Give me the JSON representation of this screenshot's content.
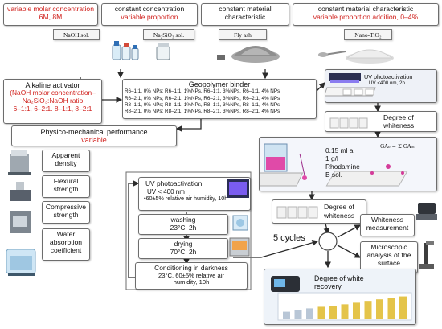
{
  "top": {
    "molar": {
      "line1": "variable molar concentration",
      "line2": "6M, 8M"
    },
    "conc": {
      "line1": "constant concentration",
      "line2": "variable proportion"
    },
    "material": {
      "line1": "constant material",
      "line2": "characteristic"
    },
    "tio2": {
      "line1": "constant material characteristic",
      "line2": "variable proportion addition, 0–4%"
    }
  },
  "reagents": {
    "naoh": "NaOH sol.",
    "silicate": "Na₂SiO₃ sol.",
    "flyash": "Fly ash",
    "tio2": "Nano-TiO₂"
  },
  "activator": {
    "title": "Alkaline activator",
    "line1": "(NaOH molar concentration–",
    "line2": "Na₂SiO₃:NaOH ratio",
    "line3": "6–1:1, 6–2:1. 8–1:1, 8–2:1"
  },
  "binder": {
    "title": "Geopolymer binder",
    "rows": [
      "R6–1:1, 0% NPs; R6–1:1, 1%NPs, R6–1:1, 3%NPs, R6–1:1, 4% NPs",
      "R6–2:1, 0% NPs; R6–2:1, 1%NPs, R6–2:1, 3%NPs, R6–2:1, 4% NPs",
      "R8–1:1, 0% NPs; R8–1:1, 1%NPs, R8–1:1, 3%NPs, R8–1:1, 4% NPs",
      "R8–2:1, 0% NPs; R8–2:1, 1%NPs, R8–2:1, 3%NPs, R8–2:1, 4% NPs"
    ]
  },
  "uv_top": {
    "line1": "UV photoactivation",
    "line2": "UV <400 nm, 2h"
  },
  "whiteness_top": {
    "line1": "Degree of",
    "line2": "whiteness"
  },
  "physmech": {
    "line1": "Physico-mechanical performance",
    "line2": "variable"
  },
  "tests": {
    "density": {
      "line1": "Apparent",
      "line2": "density"
    },
    "flexural": {
      "line1": "Flexural",
      "line2": "strength"
    },
    "compressive": {
      "line1": "Compressive",
      "line2": "strength"
    },
    "water": {
      "line1": "Water",
      "line2": "absorbtion",
      "line3": "coefficient"
    }
  },
  "rhodamine": {
    "line1": "0.15 ml a",
    "line2": "1 g/l",
    "line3": "Rhodamine",
    "line4": "B sol."
  },
  "cycle": {
    "uv": {
      "title": "UV photoactivation",
      "b1": "UV < 400 nm",
      "b2": "•60±5% relative air humidity, 10h"
    },
    "washing": {
      "title": "washing",
      "b1": "23°C, 2h"
    },
    "drying": {
      "title": "drying",
      "b1": "70°C, 2h"
    },
    "darkness": {
      "title": "Conditioning in darkness",
      "b1": "23°C, 60±5% relative air",
      "b2": "humidity, 10h"
    }
  },
  "cycles_label": "5 cycles",
  "whiteness_mid": {
    "line1": "Degree of",
    "line2": "whiteness"
  },
  "measurement": {
    "line1": "Whiteness",
    "line2": "measurement"
  },
  "microscopic": {
    "line1": "Microscopic",
    "line2": "analysis of the",
    "line3": "surface"
  },
  "recovery": {
    "line1": "Degree of white",
    "line2": "recovery"
  },
  "formula": "GA₀ = Σ GA₀ᵢ",
  "colors": {
    "accent_red": "#d0201c",
    "arrow": "#2b2b2b",
    "bar_yellow": "#e4c44a"
  },
  "recovery_bars": [
    0.3,
    0.38,
    0.45,
    0.52,
    0.57,
    0.63,
    0.7,
    0.78,
    0.85,
    0.92,
    0.98
  ]
}
